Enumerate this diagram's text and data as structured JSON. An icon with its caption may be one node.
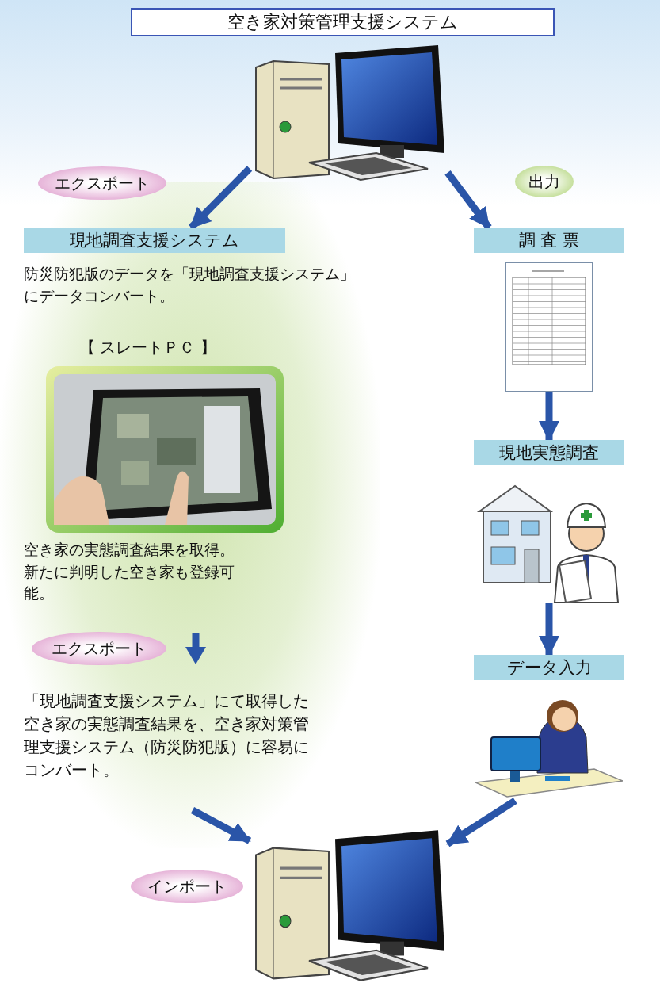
{
  "diagram": {
    "nodes": [
      {
        "text": [
          "空き家対策管理支援システム"
        ]
      },
      {
        "text": [],
        "shape": "picture"
      },
      {
        "text": [
          "エクスポート"
        ]
      },
      {
        "text": [
          "出力"
        ]
      },
      {
        "text": [
          "現地調査支援システム"
        ]
      },
      {
        "text": [
          "調 査 票"
        ]
      },
      {
        "text": [],
        "shape": "picture"
      },
      {
        "text": [
          "現地実態調査"
        ]
      },
      {
        "text": [],
        "shape": "picture"
      },
      {
        "text": [
          "データ入力"
        ]
      },
      {
        "text": [],
        "shape": "picture"
      },
      {
        "text": [],
        "shape": "picture",
        "beside": [
          "【 スレートＰＣ 】"
        ]
      },
      {
        "text": [
          "エクスポート"
        ]
      },
      {
        "text": [],
        "shape": "picture"
      },
      {
        "text": [
          "インポート"
        ]
      }
    ],
    "edges": [
      {
        "from": 1,
        "to": 4,
        "arrow": "to"
      },
      {
        "from": 1,
        "to": 5,
        "arrow": "to"
      },
      {
        "from": 6,
        "to": 7,
        "arrow": "to"
      },
      {
        "from": 8,
        "to": 9,
        "arrow": "to"
      },
      {
        "from": 10,
        "to": 13,
        "arrow": "to"
      },
      {
        "from": null,
        "to": 13,
        "arrow": "to"
      }
    ],
    "labels": [
      "防災防犯版のデータを「現地調査支援システム」にデータコンバート。",
      "空き家の実態調査結果を取得。新たに判明した空き家も登録可能。",
      "「現地調査支援システム」にて取得した空き家の実態調査結果を、空き家対策管理支援システム（防災防犯版）に容易にコンバート。"
    ]
  }
}
